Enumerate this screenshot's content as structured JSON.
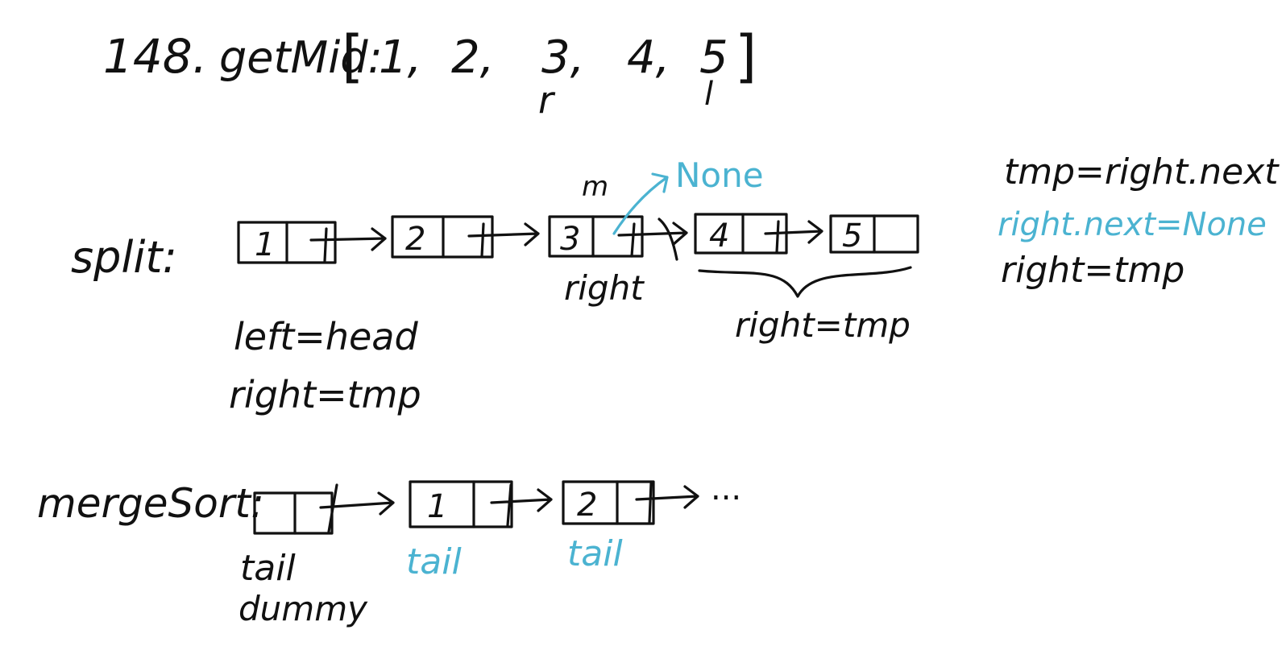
{
  "colors": {
    "ink": "#111111",
    "accent": "#4bb3d1",
    "background": "#ffffff"
  },
  "header": {
    "number": "148.",
    "func": "getMid:",
    "open": "[",
    "list": [
      "1,",
      "2,",
      "3,",
      "4,",
      "5"
    ],
    "close": "]",
    "pointer_r": "r",
    "pointer_l": "l"
  },
  "split": {
    "label": "split:",
    "nodes": [
      "1",
      "2",
      "3",
      "4",
      "5"
    ],
    "m": "m",
    "none": "None",
    "under3": "right",
    "brace_label": "right=tmp",
    "left_note1": "left=head",
    "left_note2": "right=tmp"
  },
  "side": {
    "line1": "tmp=right.next",
    "line2": "right.next=None",
    "line3": "right=tmp"
  },
  "merge": {
    "label": "mergeSort:",
    "nodes": [
      "",
      "1",
      "2"
    ],
    "ellipsis": "...",
    "tail0": "tail",
    "dummy": "dummy",
    "tail1": "tail",
    "tail2": "tail"
  }
}
